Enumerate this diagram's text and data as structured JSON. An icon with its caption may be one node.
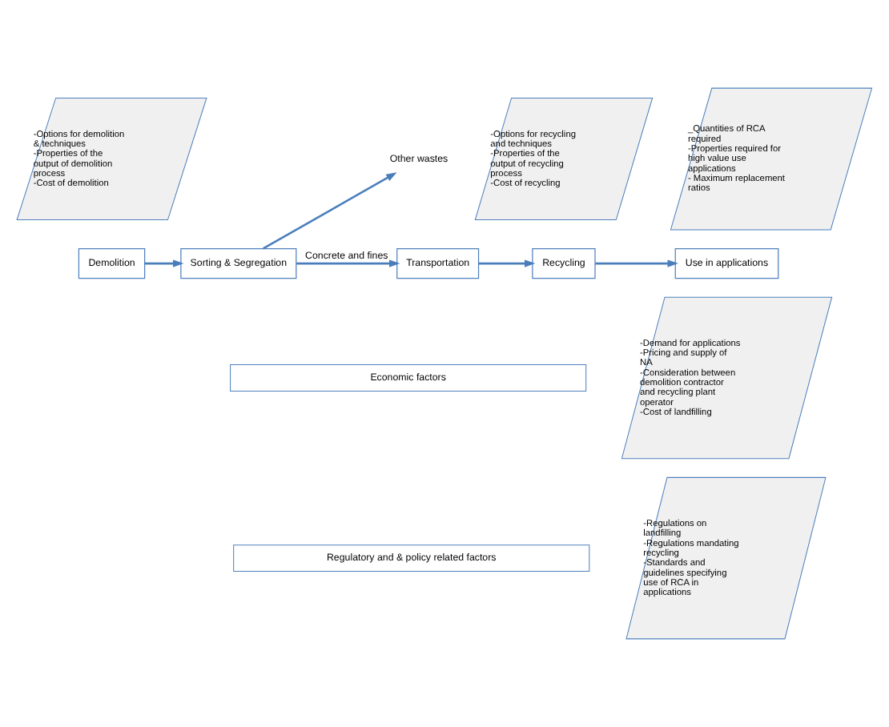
{
  "diagram": {
    "nodes": [
      {
        "text": [
          "Demolition"
        ]
      },
      {
        "text": [
          "Sorting & Segregation"
        ]
      },
      {
        "text": [
          "Other wastes"
        ]
      },
      {
        "text": [
          "Transportation"
        ]
      },
      {
        "text": [
          "Recycling"
        ]
      },
      {
        "text": [
          "Use in applications"
        ]
      },
      {
        "text": [
          "-Options for demolition & techniques",
          "-Properties of the output of demolition process",
          "-Cost of demolition"
        ]
      },
      {
        "text": [
          "-Options for recycling and techniques",
          "-Properties of the output of recycling process",
          "-Cost of recycling"
        ]
      },
      {
        "text": [
          "_Quantities of RCA required",
          "-Properties required for high value use applications",
          "- Maximum replacement ratios"
        ]
      },
      {
        "text": [
          "Economic factors"
        ]
      },
      {
        "text": [
          "Regulatory and & policy related factors"
        ]
      },
      {
        "text": [
          "-Demand for applications",
          "-Pricing and supply of NA",
          "-Consideration between demolition contractor and recycling plant operator",
          "-Cost of landfilling"
        ]
      },
      {
        "text": [
          "-Regulations on landfilling",
          "-Regulations mandating recycling",
          "-Standards and guidelines specifying use of RCA in applications"
        ]
      }
    ],
    "edges": [
      {
        "from": 0,
        "to": 1,
        "arrow": "to"
      },
      {
        "from": 1,
        "to": 2,
        "arrow": "to"
      },
      {
        "from": 1,
        "to": 3,
        "arrow": "to",
        "label": "Concrete and fines"
      },
      {
        "from": 3,
        "to": 4,
        "arrow": "to"
      },
      {
        "from": 4,
        "to": 5,
        "arrow": "to"
      }
    ]
  }
}
